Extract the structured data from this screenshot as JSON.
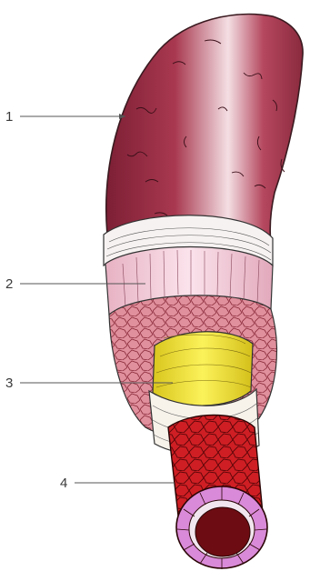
{
  "labels": [
    {
      "id": "1",
      "text": "1"
    },
    {
      "id": "2",
      "text": "2"
    },
    {
      "id": "3",
      "text": "3"
    },
    {
      "id": "4",
      "text": "4"
    }
  ],
  "colors": {
    "outer_layer": "#9a2f45",
    "outer_highlight": "#f4dfe4",
    "fibrous_band": "#f7f2f2",
    "pink_muscle_layer": "#f0c8d6",
    "cellular_layer": "#d97d8c",
    "yellow_layer": "#f2e63a",
    "inner_tube": "#c0161e",
    "lumen_rim": "#d98ad8",
    "lumen": "#6d0c12",
    "leader_lines": "#555555"
  }
}
